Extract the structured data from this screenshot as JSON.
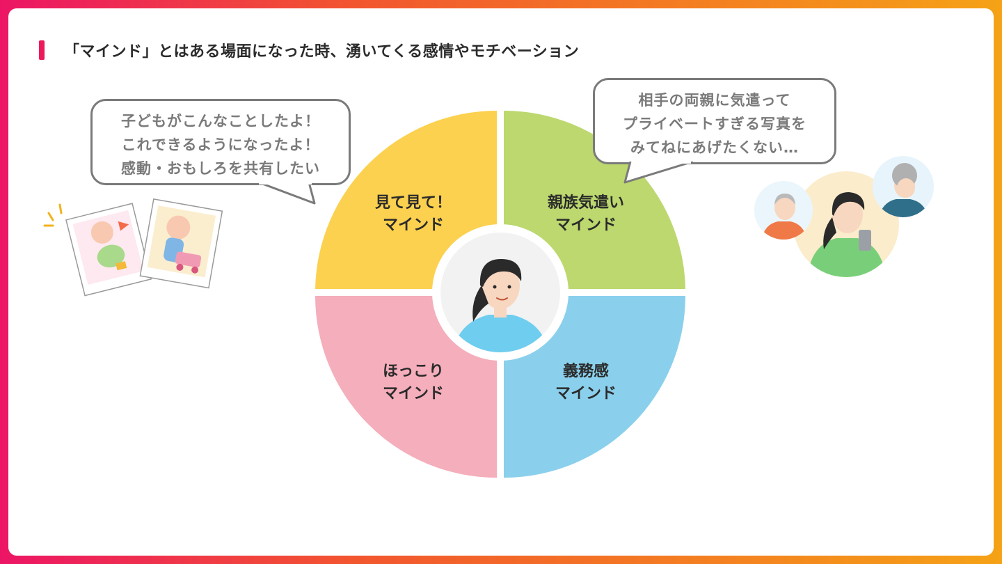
{
  "title": "「マインド」とはある場面になった時、湧いてくる感情やモチベーション",
  "quadrants": [
    {
      "id": "top-left",
      "line1": "見て見て！",
      "line2": "マインド",
      "color": "#fcd14f"
    },
    {
      "id": "top-right",
      "line1": "親族気遣い",
      "line2": "マインド",
      "color": "#bcd86e"
    },
    {
      "id": "bottom-left",
      "line1": "ほっこり",
      "line2": "マインド",
      "color": "#f5aebb"
    },
    {
      "id": "bottom-right",
      "line1": "義務感",
      "line2": "マインド",
      "color": "#8ad0ec"
    }
  ],
  "bubble_left": {
    "lines": [
      "子どもがこんなことしたよ！",
      "これできるようになったよ！",
      "感動・おもしろを共有したい"
    ]
  },
  "bubble_right": {
    "lines": [
      "相手の両親に気遣って",
      "プライベートすぎる写真を",
      "みてねにあげたくない…"
    ]
  },
  "colors": {
    "accent": "#ec1a5b",
    "bubble_border": "#7a7a7a",
    "center_bg": "#f2f2f2",
    "shirt": "#6fcdef"
  }
}
